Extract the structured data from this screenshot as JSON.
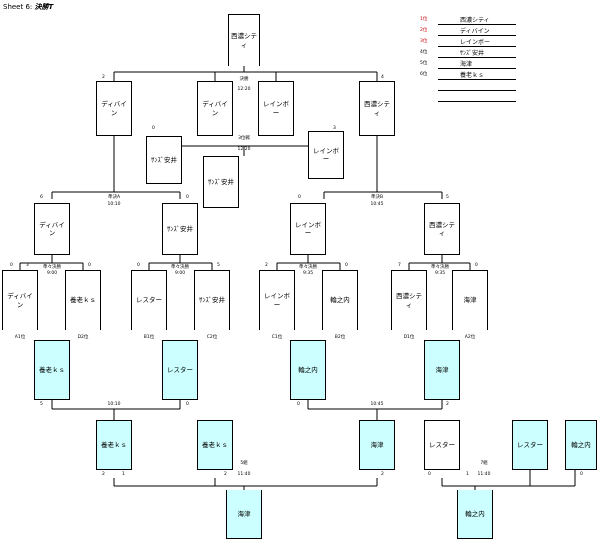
{
  "sheet": {
    "title_prefix": "Sheet 6:",
    "name": "決勝T"
  },
  "legend": [
    {
      "rank": "1位",
      "team": "西濃シティ",
      "rank_color": "#cc0000"
    },
    {
      "rank": "2位",
      "team": "ディバイン",
      "rank_color": "#cc0000"
    },
    {
      "rank": "3位",
      "team": "レインボー",
      "rank_color": "#cc0000"
    },
    {
      "rank": "4位",
      "team": "ｻﾝｽﾞ安井",
      "rank_color": "#000000"
    },
    {
      "rank": "5位",
      "team": "海津",
      "rank_color": "#000000"
    },
    {
      "rank": "6位",
      "team": "養老ｋｓ",
      "rank_color": "#000000"
    },
    {
      "rank": "",
      "team": "",
      "rank_color": "#000000"
    },
    {
      "rank": "",
      "team": "",
      "rank_color": "#000000"
    }
  ],
  "teams": {
    "top_champion": "西濃シティ",
    "final_left": "ディバイン",
    "final_loser_left": "ディバイン",
    "final_loser_right": "レインボー",
    "final_right": "西濃シティ",
    "semi_left": "ｻﾝｽﾞ安井",
    "third_place": "ｻﾝｽﾞ安井",
    "semi_right": "レインボー",
    "qf1": "ディバイン",
    "qf2": "ｻﾝｽﾞ安井",
    "qf3": "レインボー",
    "qf4": "西濃シティ",
    "r1": [
      "ディバイン",
      "養老ｋｓ",
      "レスター",
      "ｻﾝｽﾞ安井",
      "レインボー",
      "輪之内",
      "西濃シティ",
      "海津"
    ],
    "pre": [
      "養老ｋｓ",
      "レスター",
      "輪之内",
      "海津"
    ],
    "ko5": [
      "養老ｋｓ",
      "養老ｋｓ",
      "海津",
      "レスター",
      "レスター",
      "輪之内"
    ],
    "bottom": [
      "海津",
      "輪之内"
    ]
  },
  "labels": {
    "final": "決勝",
    "final_time": "12:20",
    "third": "3位戦",
    "third_time": "12:20",
    "semi_a": "準決A",
    "semi_a_time": "10:10",
    "semi_b": "準決B",
    "semi_b_time": "10:45",
    "qf": [
      "準々決勝",
      "準々決勝",
      "準々決勝",
      "準々決勝"
    ],
    "qf_times": [
      "9:00",
      "9:00",
      "9:35",
      "9:35"
    ],
    "seeds": [
      "A1位",
      "D2位",
      "B1位",
      "C2位",
      "C1位",
      "B2位",
      "D1位",
      "A2位"
    ],
    "pre_times": [
      "10:10",
      "10:45"
    ],
    "bl": "5組",
    "bl_time": "11:40",
    "br": "7組",
    "br_time": "11:40"
  },
  "scores": {
    "final_l": "2",
    "final_r": "4",
    "semi_l": "0",
    "semi_r": "3",
    "sa_l": "6",
    "sa_r": "0",
    "sb_l": "0",
    "sb_r": "5",
    "qf1_l": "0",
    "qf1_r": "3",
    "qf1_rr": "0",
    "qf2_l": "0",
    "qf2_r": "5",
    "qf3_l": "2",
    "qf3_r": "0",
    "qf4_l": "7",
    "qf4_r": "0",
    "pre1_l": "5",
    "pre1_r": "0",
    "pre2_l": "0",
    "pre2_r": "2",
    "bl_1": "2",
    "bl_2": "1",
    "bl_3": "2",
    "bl_4": "2",
    "br_1": "0",
    "br_2": "1",
    "br_3": "0"
  }
}
